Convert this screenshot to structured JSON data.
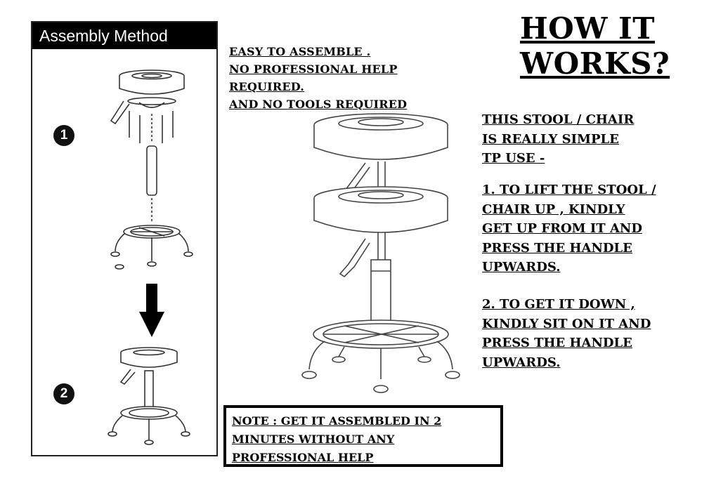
{
  "assembly": {
    "header": "Assembly Method",
    "steps": [
      "1",
      "2"
    ]
  },
  "intro_lines": [
    "EASY TO ASSEMBLE .",
    "NO PROFESSIONAL HELP",
    "REQUIRED.",
    "AND NO TOOLS REQUIRED"
  ],
  "how_title_lines": [
    "HOW IT",
    "WORKS?"
  ],
  "simple_lines": [
    "THIS STOOL / CHAIR",
    "IS REALLY SIMPLE",
    "TP USE  -"
  ],
  "lift_lines": [
    "1. TO LIFT THE STOOL /",
    "CHAIR UP , KINDLY",
    "GET UP FROM IT AND",
    "PRESS THE HANDLE",
    "UPWARDS."
  ],
  "down_lines": [
    "2. TO GET IT DOWN ,",
    "KINDLY SIT ON IT AND",
    "PRESS THE HANDLE",
    "UPWARDS."
  ],
  "note_lines": [
    "NOTE : GET IT ASSEMBLED IN 2",
    "MINUTES WITHOUT ANY",
    "PROFESSIONAL HELP"
  ],
  "icons": [
    "stool-exploded-diagram",
    "down-arrow-icon",
    "stool-assembled-diagram",
    "stool-height-adjust-illustration"
  ]
}
